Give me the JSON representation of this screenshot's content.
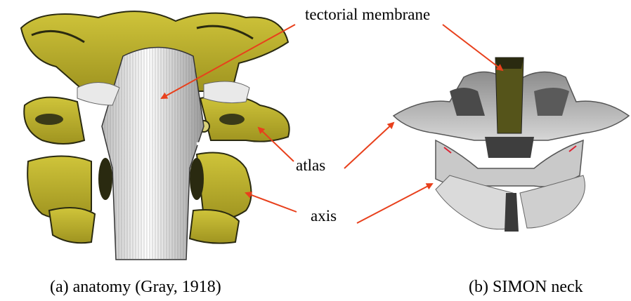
{
  "labels": {
    "tectorial_membrane": "tectorial membrane",
    "atlas": "atlas",
    "axis": "axis"
  },
  "captions": {
    "left": "(a) anatomy (Gray, 1918)",
    "right": "(b) SIMON neck"
  },
  "colors": {
    "arrow": "#e8401c",
    "bone_yellow": "#b5ab2a",
    "bone_dark": "#2a2a10",
    "membrane_white": "#f3f3f3",
    "model_gray": "#9a9a9a",
    "model_membrane": "#55541a"
  }
}
